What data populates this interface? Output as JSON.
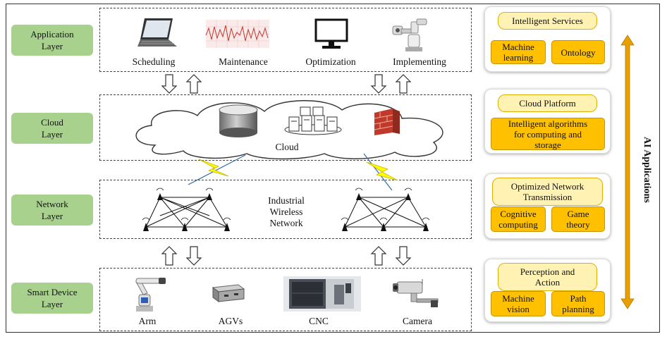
{
  "layers": [
    {
      "label": "Application\nLayer"
    },
    {
      "label": "Cloud\nLayer"
    },
    {
      "label": "Network\nLayer"
    },
    {
      "label": "Smart Device\nLayer"
    }
  ],
  "application": {
    "items": [
      "Scheduling",
      "Maintenance",
      "Optimization",
      "Implementing"
    ],
    "icons": [
      "laptop-icon",
      "ecg-chart-icon",
      "monitor-icon",
      "robot-icon"
    ]
  },
  "cloud": {
    "label": "Cloud",
    "icons": [
      "database-icon",
      "server-cluster-icon",
      "firewall-icon"
    ]
  },
  "network": {
    "label": "Industrial\nWireless\nNetwork"
  },
  "devices": {
    "items": [
      "Arm",
      "AGVs",
      "CNC",
      "Camera"
    ],
    "icons": [
      "robot-arm-icon",
      "agv-icon",
      "cnc-machine-icon",
      "camera-icon"
    ]
  },
  "panels": [
    {
      "title": "Intelligent Services",
      "chips": [
        "Machine\nlearning",
        "Ontology"
      ]
    },
    {
      "title": "Cloud Platform",
      "chips": [
        "Intelligent algorithms\nfor computing and\nstorage"
      ]
    },
    {
      "title": "Optimized Network\nTransmission",
      "chips": [
        "Cognitive\ncomputing",
        "Game\ntheory"
      ]
    },
    {
      "title": "Perception and\nAction",
      "chips": [
        "Machine\nvision",
        "Path\nplanning"
      ]
    }
  ],
  "ai_label": "AI Applications",
  "colors": {
    "layer_green": "#a9d18e",
    "chip_orange": "#ffc000",
    "title_cream": "#fff2b3",
    "lightning": "#ffff00",
    "arrow": "#e8a000"
  }
}
